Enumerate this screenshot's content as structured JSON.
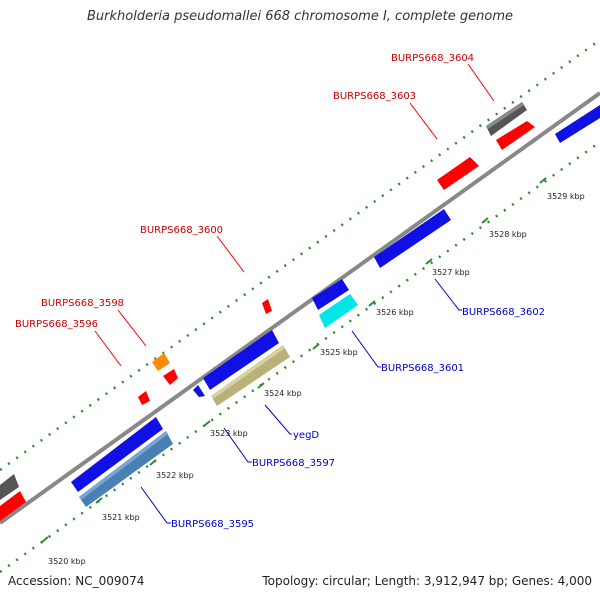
{
  "title": "Burkholderia pseudomallei 668 chromosome I, complete genome",
  "accession": "Accession: NC_009074",
  "summary": "Topology: circular; Length: 3,912,947 bp; Genes: 4,000",
  "colors": {
    "backbone": "#888888",
    "dots": "#2e8b2e",
    "blue": "#1010e6",
    "red": "#ff0000",
    "gray": "#555555",
    "steel": "#4a7fb5",
    "khaki": "#b8b27a",
    "cyan": "#00e5e5",
    "orange": "#ff8c00",
    "label_red": "#cc0000",
    "label_blue": "#0000cc"
  },
  "ticks": [
    "3520 kbp",
    "3521 kbp",
    "3522 kbp",
    "3523 kbp",
    "3524 kbp",
    "3525 kbp",
    "3526 kbp",
    "3527 kbp",
    "3528 kbp",
    "3529 kbp"
  ],
  "genes_top_labels": [
    "BURPS668_3604",
    "BURPS668_3603",
    "BURPS668_3600",
    "BURPS668_3598",
    "BURPS668_3596"
  ],
  "genes_bottom_labels": [
    "BURPS668_3602",
    "BURPS668_3601",
    "yegD",
    "BURPS668_3597",
    "BURPS668_3595"
  ]
}
